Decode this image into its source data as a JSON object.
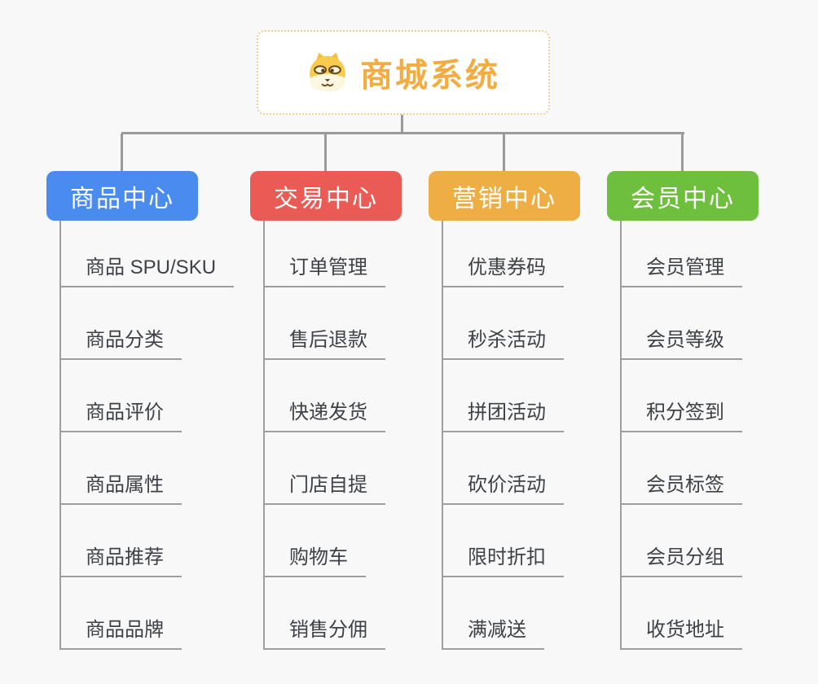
{
  "app": {
    "background_color": "#F8F8F8",
    "connector_color": "#9A9A9A",
    "leaf_line_color": "#9E9E9E",
    "leaf_text_color": "#3E4145"
  },
  "root": {
    "label": "商城系统",
    "icon": "dog-face-icon",
    "text_color": "#F2AC40",
    "border_color": "#F2CD92",
    "background": "#FFFFFF"
  },
  "branches": [
    {
      "label": "商品中心",
      "color": "#4A8BEF",
      "children": [
        "商品 SPU/SKU",
        "商品分类",
        "商品评价",
        "商品属性",
        "商品推荐",
        "商品品牌"
      ]
    },
    {
      "label": "交易中心",
      "color": "#EA5B55",
      "children": [
        "订单管理",
        "售后退款",
        "快递发货",
        "门店自提",
        "购物车",
        "销售分佣"
      ]
    },
    {
      "label": "营销中心",
      "color": "#EFAE43",
      "children": [
        "优惠券码",
        "秒杀活动",
        "拼团活动",
        "砍价活动",
        "限时折扣",
        "满减送"
      ]
    },
    {
      "label": "会员中心",
      "color": "#6FBF3F",
      "children": [
        "会员管理",
        "会员等级",
        "积分签到",
        "会员标签",
        "会员分组",
        "收货地址"
      ]
    }
  ]
}
